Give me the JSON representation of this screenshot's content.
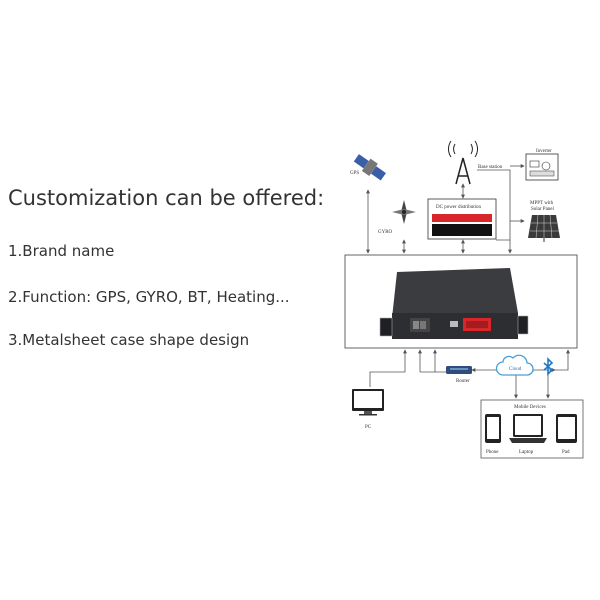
{
  "heading": "Customization can be offered:",
  "items": [
    "1.Brand name",
    "2.Function: GPS, GYRO, BT, Heating...",
    "3.Metalsheet case shape design"
  ],
  "diagram": {
    "gps": "GPS",
    "gyro": "GYRO",
    "base_station": "Base station",
    "dc_power": "DC power distribution",
    "inverter": "Inverter",
    "mppt_line1": "MPPT with",
    "mppt_line2": "Solar Panel",
    "router": "Router",
    "cloud": "Cloud",
    "pc": "PC",
    "mobile_devices": "Mobile Devices",
    "phone": "Phone",
    "laptop": "Laptop",
    "pad": "Pad"
  },
  "colors": {
    "line": "#555555",
    "battery": "#2c2e31",
    "red": "#d8262b",
    "cloud": "#4a9fd4",
    "bluetooth": "#1e78c8"
  }
}
